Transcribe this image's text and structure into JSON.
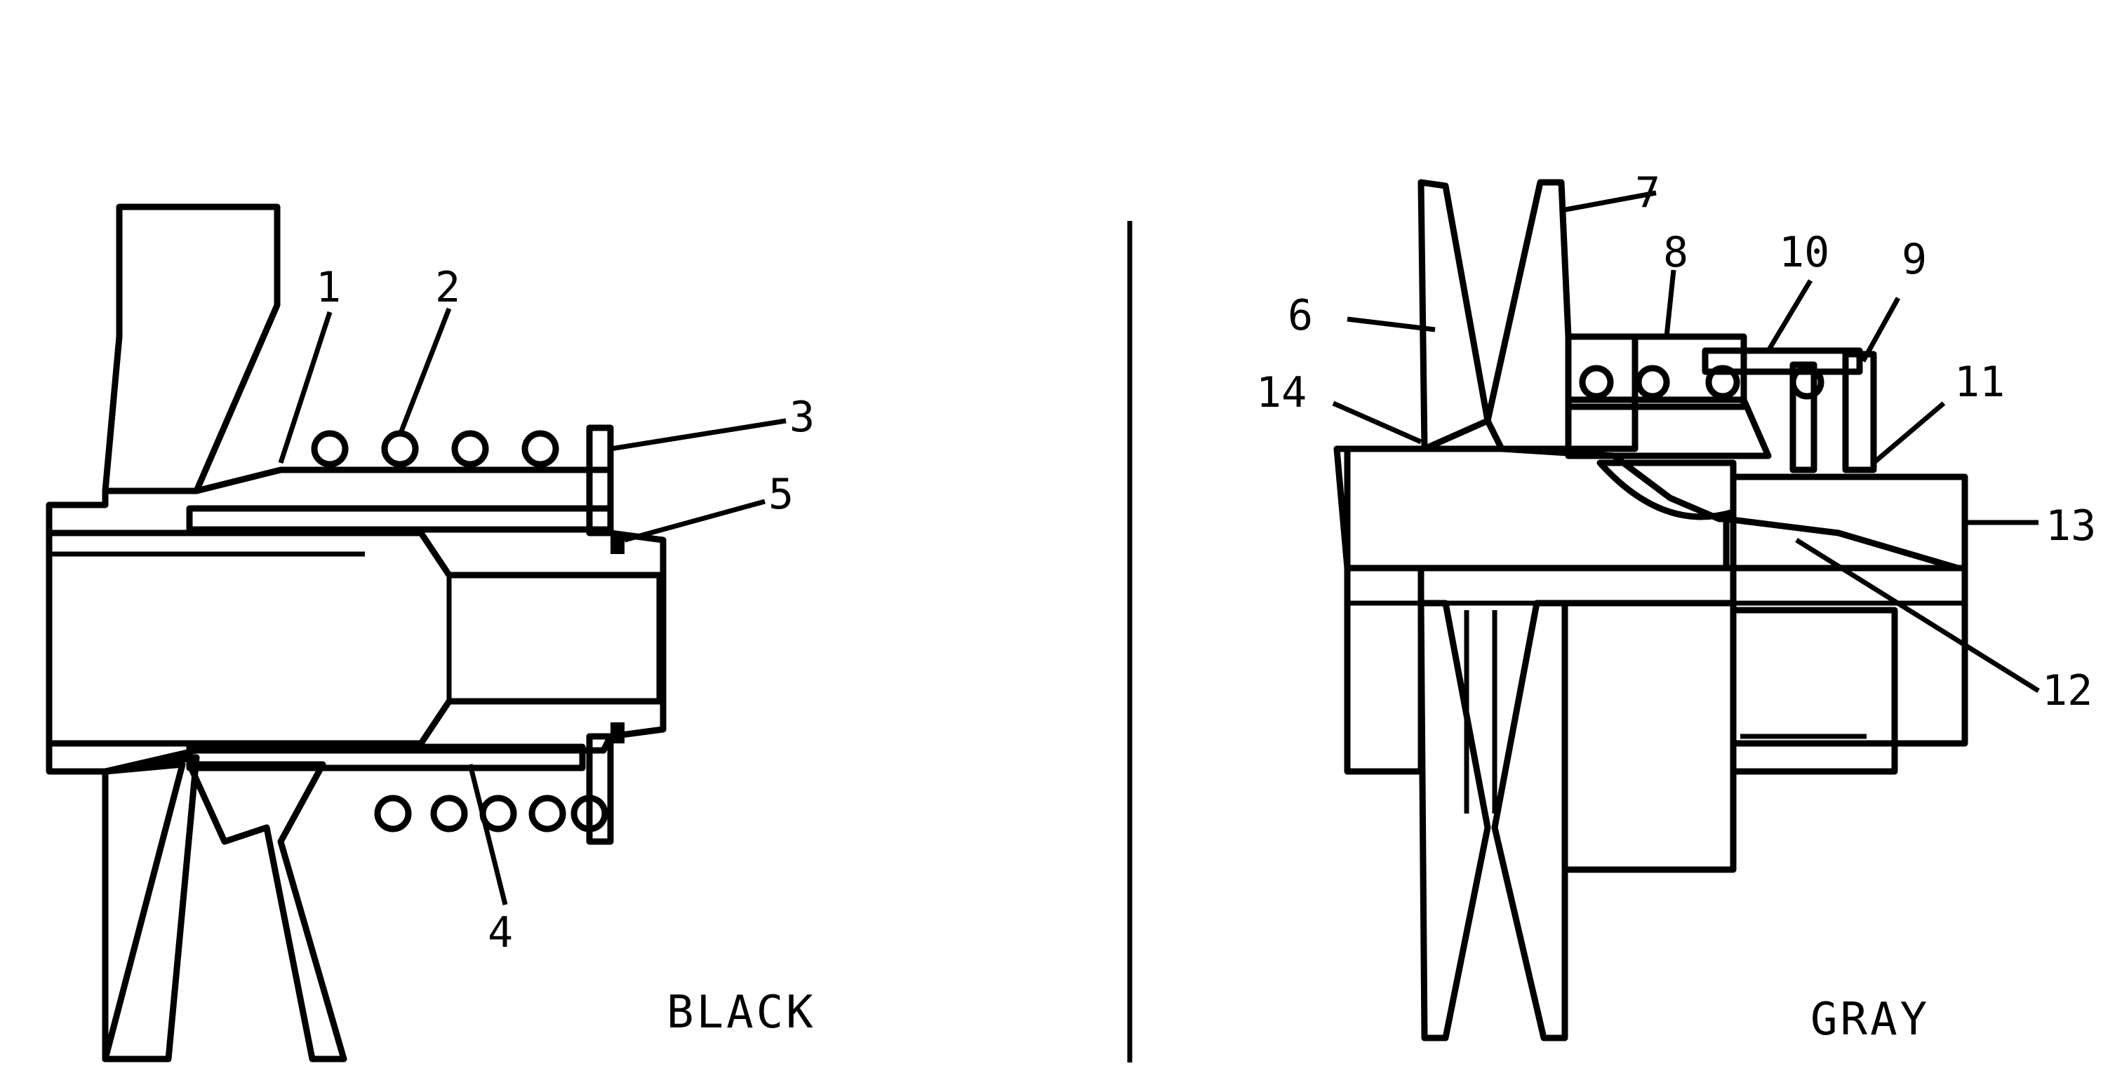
{
  "diagram": {
    "left_caption": "BLACK",
    "right_caption": "GRAY",
    "callouts": {
      "c1": "1",
      "c2": "2",
      "c3": "3",
      "c4": "4",
      "c5": "5",
      "c6": "6",
      "c7": "7",
      "c8": "8",
      "c9": "9",
      "c10": "10",
      "c11": "11",
      "c12": "12",
      "c13": "13",
      "c14": "14"
    }
  }
}
